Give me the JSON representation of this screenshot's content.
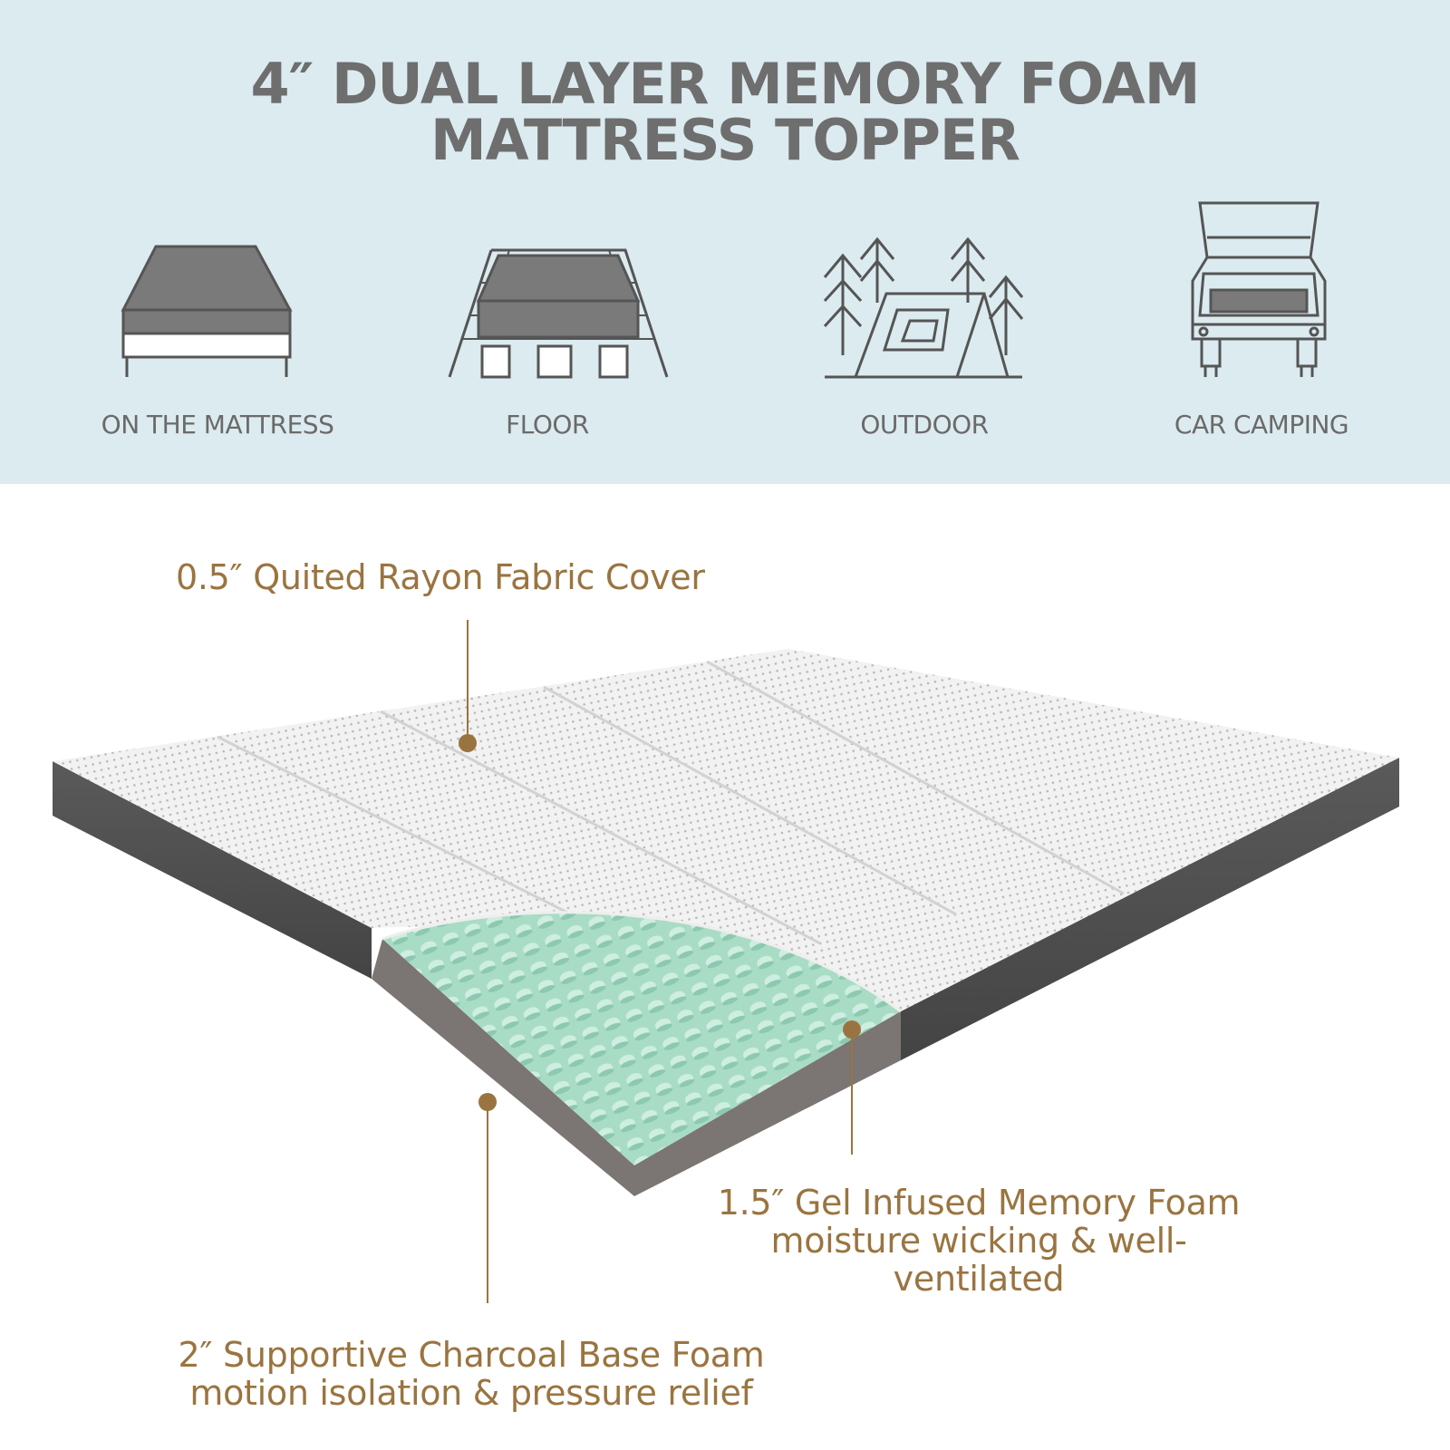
{
  "header": {
    "title_line1": "4″ DUAL LAYER MEMORY FOAM",
    "title_line2": "MATTRESS TOPPER"
  },
  "uses": [
    {
      "label": "ON THE MATTRESS",
      "icon": "bed-mattress-icon"
    },
    {
      "label": "FLOOR",
      "icon": "floor-mattress-icon"
    },
    {
      "label": "OUTDOOR",
      "icon": "tent-trees-icon"
    },
    {
      "label": "CAR CAMPING",
      "icon": "car-trunk-icon"
    }
  ],
  "layers": {
    "cover": {
      "label": "0.5″ Quited Rayon Fabric Cover"
    },
    "gel": {
      "line1": "1.5″ Gel Infused Memory Foam",
      "line2": "moisture wicking & well-ventilated"
    },
    "base": {
      "line1": "2″ Supportive Charcoal Base Foam",
      "line2": "motion isolation & pressure relief"
    }
  },
  "colors": {
    "band_background": "#dcebf0",
    "title_text": "#6e6e6e",
    "callout_text": "#9a7440",
    "gel_foam": "#a9dcc5",
    "base_foam": "#7b7573",
    "cover_side": "#555555"
  }
}
